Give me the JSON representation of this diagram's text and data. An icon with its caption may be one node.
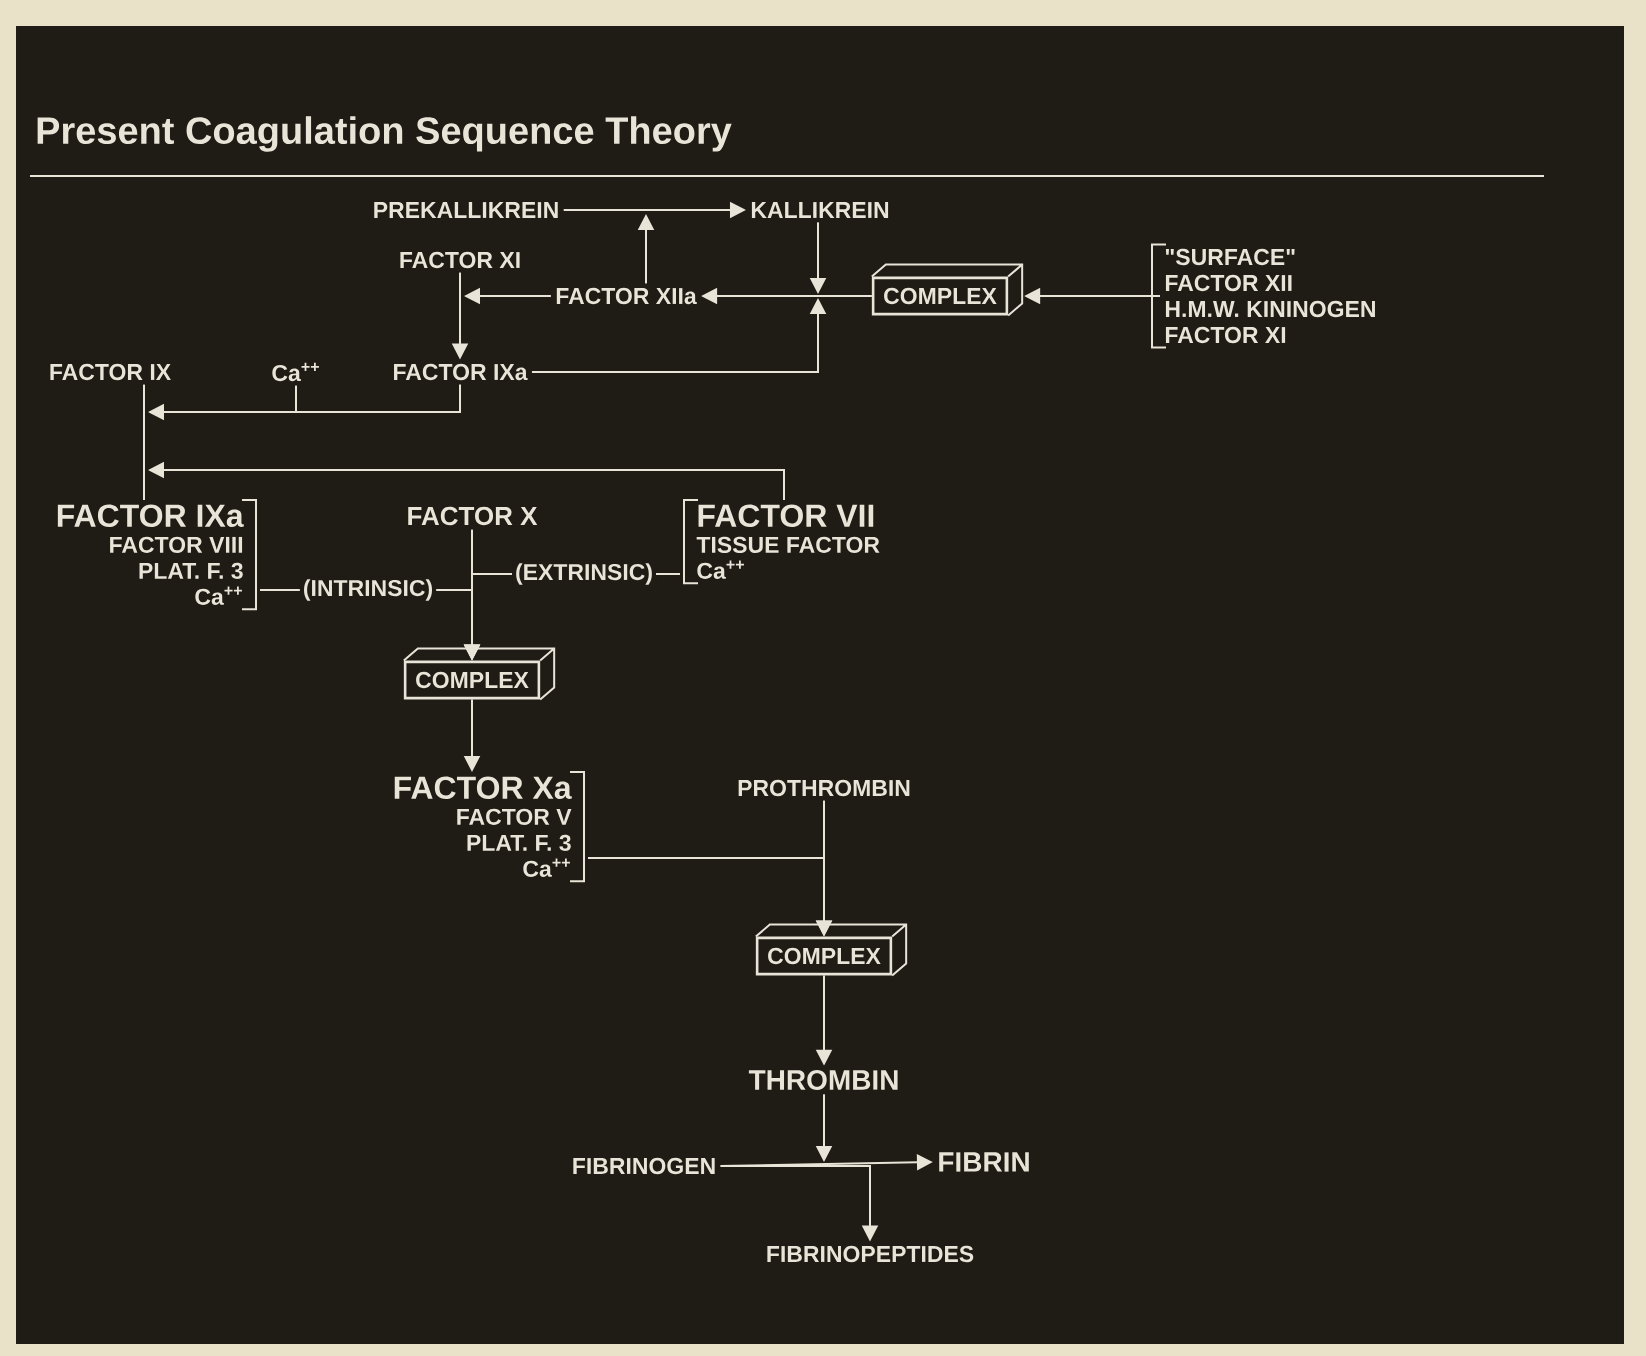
{
  "diagram": {
    "title": "Present Coagulation Sequence Theory",
    "nodes": [
      {
        "text": [
          "PREKALLIKREIN"
        ]
      },
      {
        "text": [
          "KALLIKREIN"
        ]
      },
      {
        "text": [
          "FACTOR XI"
        ]
      },
      {
        "text": [
          "FACTOR XIIa"
        ]
      },
      {
        "text": [
          "COMPLEX"
        ]
      },
      {
        "text": [
          "\"SURFACE\"",
          "FACTOR XII",
          "H.M.W. KININOGEN",
          "FACTOR XI"
        ]
      },
      {
        "text": [
          "FACTOR IX"
        ]
      },
      {
        "text": [
          "Ca$^{++}$"
        ]
      },
      {
        "text": [
          "FACTOR IXa"
        ]
      },
      {
        "text": [
          "FACTOR IXa",
          "FACTOR VIII",
          "PLAT. F. 3",
          "Ca$^{++}$"
        ]
      },
      {
        "text": [
          "FACTOR X"
        ]
      },
      {
        "text": [
          "FACTOR VII",
          "TISSUE FACTOR",
          "Ca$^{++}$"
        ]
      },
      {
        "text": [
          "COMPLEX"
        ]
      },
      {
        "text": [
          "FACTOR Xa",
          "FACTOR V",
          "PLAT. F. 3",
          "Ca$^{++}$"
        ]
      },
      {
        "text": [
          "PROTHROMBIN"
        ]
      },
      {
        "text": [
          "COMPLEX"
        ]
      },
      {
        "text": [
          "THROMBIN"
        ]
      },
      {
        "text": [
          "FIBRINOGEN"
        ]
      },
      {
        "text": [
          "FIBRIN"
        ]
      },
      {
        "text": [
          "FIBRINOPEPTIDES"
        ]
      }
    ],
    "edges": [
      {
        "from": 0,
        "to": 1,
        "arrow": "to"
      },
      {
        "from": 3,
        "to": null,
        "arrow": "to"
      },
      {
        "from": 1,
        "to": null,
        "arrow": "to"
      },
      {
        "from": 8,
        "to": null,
        "arrow": "to"
      },
      {
        "from": 4,
        "to": 3,
        "arrow": "to"
      },
      {
        "from": 5,
        "to": 4,
        "arrow": "to"
      },
      {
        "from": 2,
        "to": 8,
        "arrow": "to"
      },
      {
        "from": 3,
        "to": 2,
        "arrow": "to"
      },
      {
        "from": 6,
        "to": 9,
        "arrow": "none"
      },
      {
        "from": 8,
        "to": 6,
        "arrow": "to"
      },
      {
        "from": 7,
        "to": null,
        "arrow": "none"
      },
      {
        "from": 11,
        "to": 9,
        "arrow": "to"
      },
      {
        "from": 9,
        "to": 12,
        "arrow": "to",
        "label": "(INTRINSIC)"
      },
      {
        "from": 11,
        "to": 12,
        "arrow": "to",
        "label": "(EXTRINSIC)"
      },
      {
        "from": 10,
        "to": 12,
        "arrow": "to"
      },
      {
        "from": 12,
        "to": 13,
        "arrow": "to"
      },
      {
        "from": 13,
        "to": 15,
        "arrow": "to"
      },
      {
        "from": 14,
        "to": 15,
        "arrow": "to"
      },
      {
        "from": 15,
        "to": 16,
        "arrow": "to"
      },
      {
        "from": 16,
        "to": null,
        "arrow": "to"
      },
      {
        "from": 17,
        "to": 18,
        "arrow": "to"
      },
      {
        "from": 17,
        "to": 19,
        "arrow": "to"
      }
    ]
  }
}
